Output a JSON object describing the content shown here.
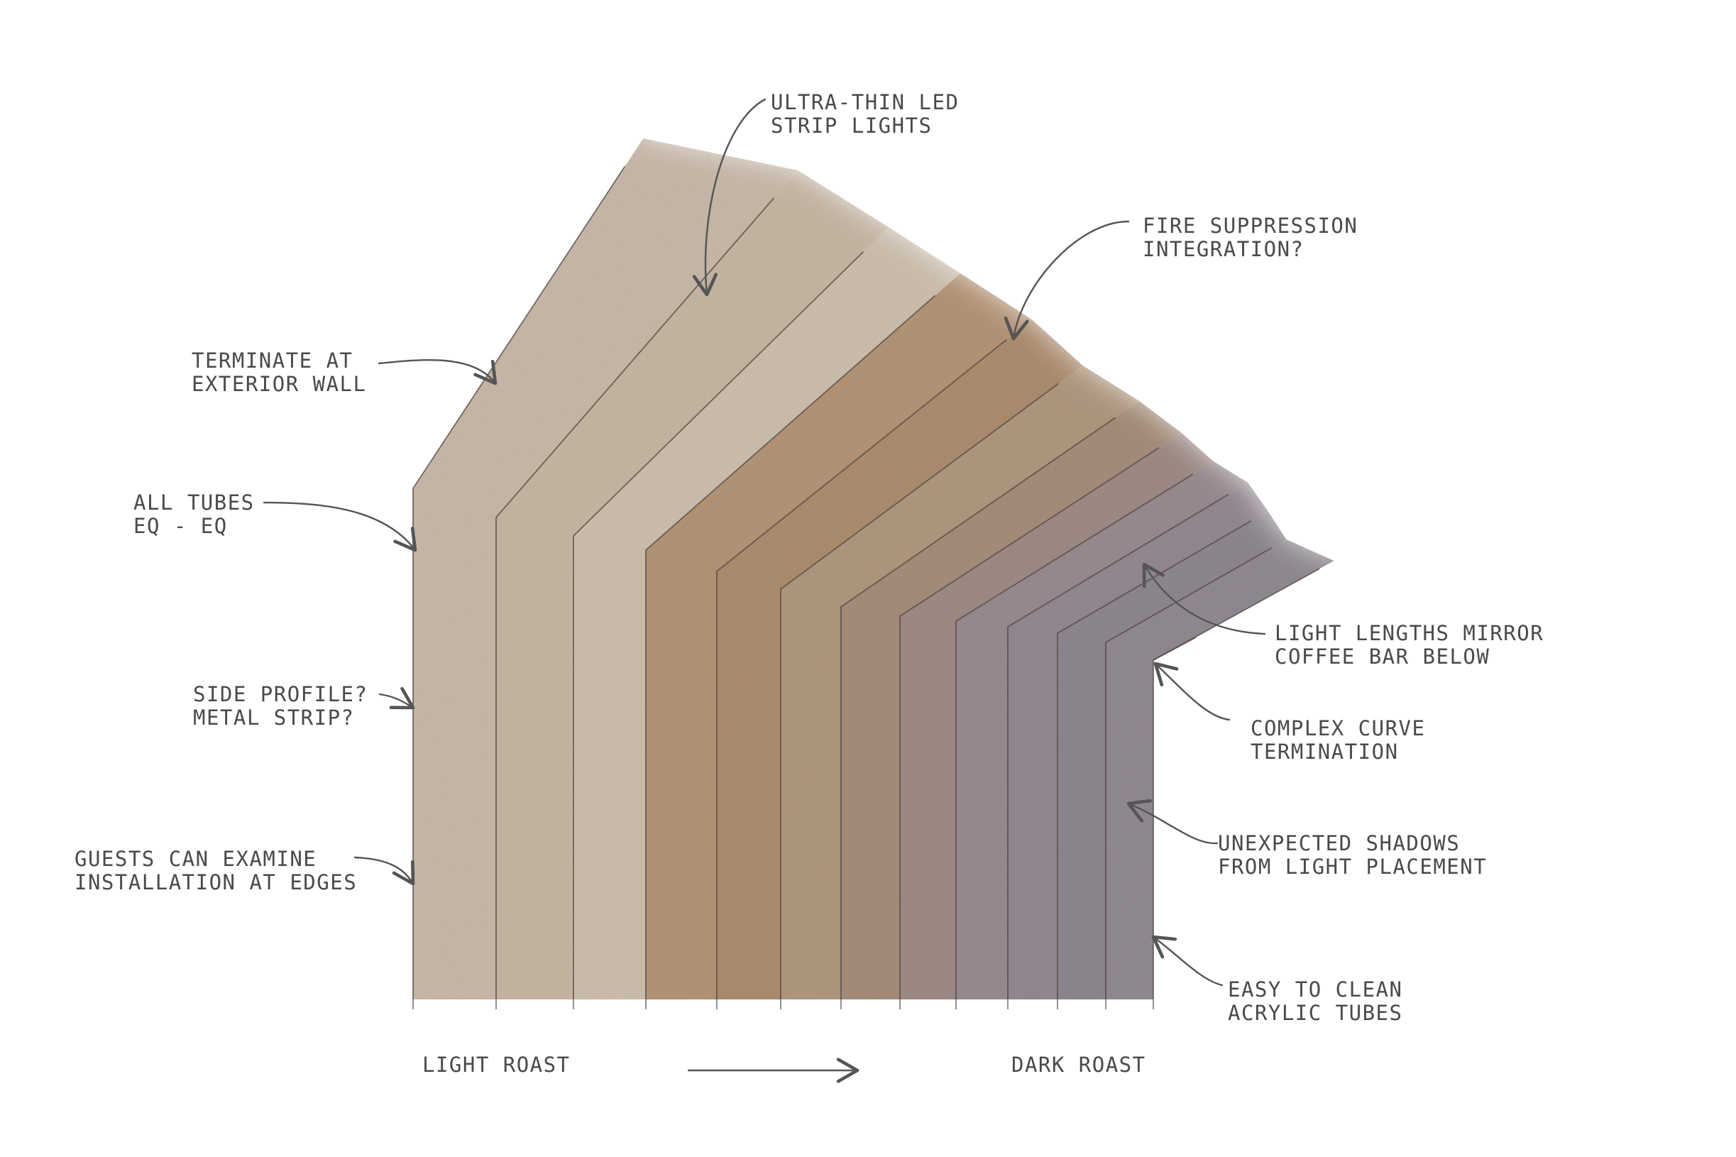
{
  "annotations": {
    "led_strips": [
      "ULTRA-THIN LED",
      "STRIP LIGHTS"
    ],
    "fire_suppression": [
      "FIRE SUPPRESSION",
      "INTEGRATION?"
    ],
    "terminate": [
      "TERMINATE AT",
      "EXTERIOR WALL"
    ],
    "all_tubes": [
      "ALL TUBES",
      "EQ - EQ"
    ],
    "side_profile": [
      "SIDE PROFILE?",
      "METAL STRIP?"
    ],
    "guests": [
      "GUESTS CAN EXAMINE",
      "INSTALLATION AT EDGES"
    ],
    "light_lengths": [
      "LIGHT LENGTHS MIRROR",
      "COFFEE BAR BELOW"
    ],
    "complex_curve": [
      "COMPLEX CURVE",
      "TERMINATION"
    ],
    "shadows": [
      "UNEXPECTED SHADOWS",
      "FROM LIGHT PLACEMENT"
    ],
    "easy_clean": [
      "EASY TO CLEAN",
      "ACRYLIC TUBES"
    ]
  },
  "scale": {
    "start_label": "LIGHT ROAST",
    "end_label": "DARK ROAST"
  },
  "colors": {
    "light_roast": "#c2b3a3",
    "medium_roast": "#a98c6e",
    "dark_roast": "#8e8588",
    "ink": "#4a4a4a"
  }
}
